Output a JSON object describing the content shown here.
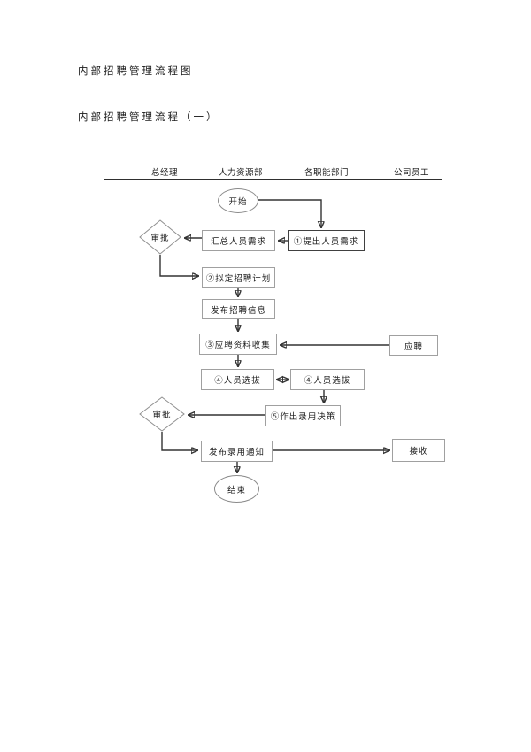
{
  "document": {
    "title": "内部招聘管理流程图",
    "subtitle": "内部招聘管理流程（一）"
  },
  "flowchart": {
    "lanes": [
      {
        "label": "总经理"
      },
      {
        "label": "人力资源部"
      },
      {
        "label": "各职能部门"
      },
      {
        "label": "公司员工"
      }
    ],
    "nodes": {
      "start": {
        "label": "开始",
        "type": "terminator"
      },
      "approval_1": {
        "label": "审批",
        "type": "decision"
      },
      "summarize_demand": {
        "label": "汇总人员需求",
        "type": "process"
      },
      "raise_demand": {
        "label": "①提出人员需求",
        "type": "process"
      },
      "draft_plan": {
        "label": "②拟定招聘计划",
        "type": "process"
      },
      "publish_info": {
        "label": "发布招聘信息",
        "type": "process"
      },
      "collect_materials": {
        "label": "③应聘资料收集",
        "type": "process"
      },
      "apply": {
        "label": "应聘",
        "type": "process"
      },
      "selection_hr": {
        "label": "④人员选拔",
        "type": "process"
      },
      "selection_dept": {
        "label": "④人员选拔",
        "type": "process"
      },
      "hiring_decision": {
        "label": "⑤作出录用决策",
        "type": "process"
      },
      "approval_2": {
        "label": "审批",
        "type": "decision"
      },
      "publish_notice": {
        "label": "发布录用通知",
        "type": "process"
      },
      "receive": {
        "label": "接收",
        "type": "process"
      },
      "end": {
        "label": "结束",
        "type": "terminator"
      }
    },
    "colors": {
      "line": "#333333",
      "box_border": "#a0a0a0",
      "box_border_dark": "#404040",
      "arrow_fill": "#2a2a2a",
      "text": "#1a1a1a"
    }
  }
}
